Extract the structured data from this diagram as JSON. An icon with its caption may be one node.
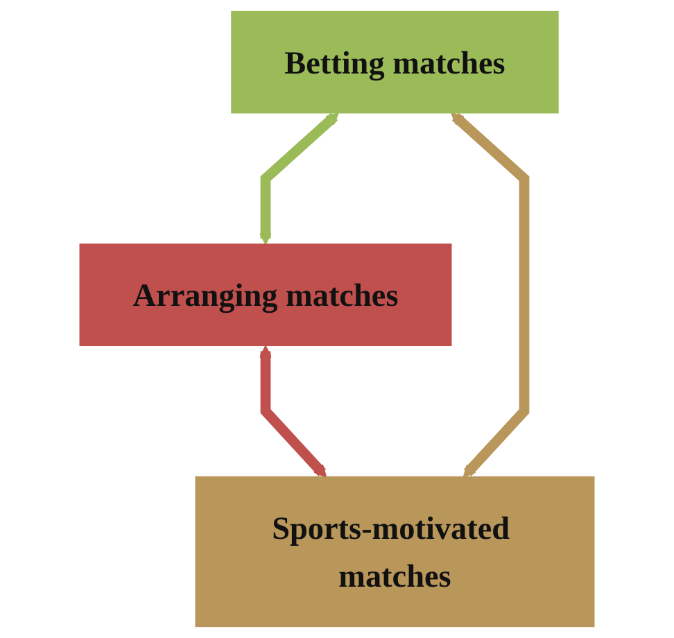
{
  "diagram": {
    "nodes": [
      {
        "text": [
          "Arranging matches"
        ]
      },
      {
        "text": [
          "Betting matches"
        ]
      },
      {
        "text": [
          "Sports-motivated matches"
        ]
      }
    ],
    "edges": [
      {
        "from": 1,
        "to": 0,
        "arrow": "both",
        "color": "#9bbb59"
      },
      {
        "from": 0,
        "to": 2,
        "arrow": "both",
        "color": "#c0504d"
      },
      {
        "from": 1,
        "to": 2,
        "arrow": "both",
        "color": "#b9975a"
      }
    ]
  }
}
